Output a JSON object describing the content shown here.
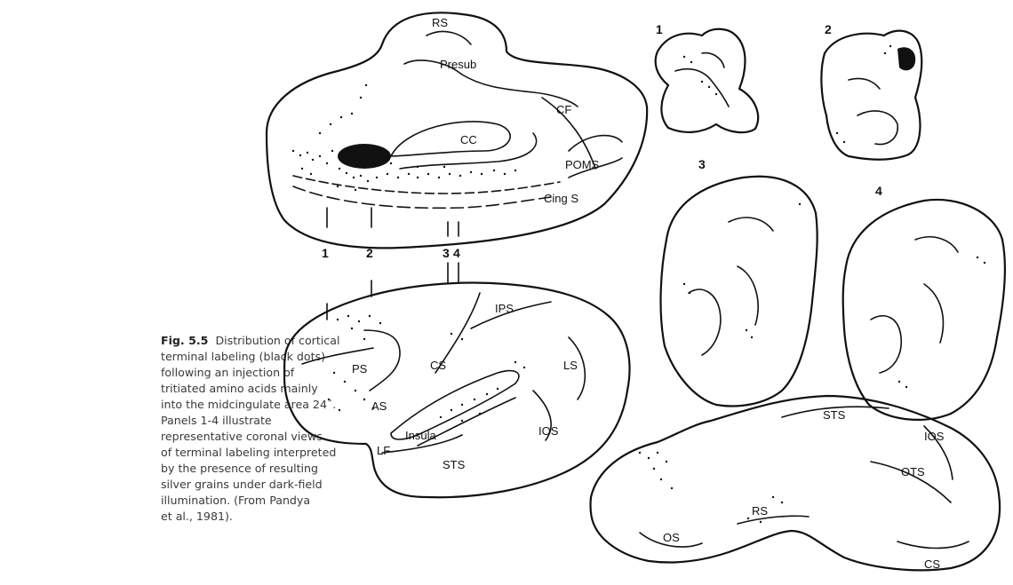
{
  "caption": {
    "lead": "Fig. 5.5",
    "lines": [
      "Distribution of cortical",
      "terminal labeling (black dots)",
      "following an injection of",
      "tritiated amino acids mainly",
      "into the midcingulate area 24´.",
      "Panels 1-4 illustrate",
      "representative coronal views",
      "of terminal labeling interpreted",
      "by the presence of resulting",
      "silver grains under dark-field",
      "illumination. (From Pandya",
      "et al., 1981)."
    ]
  },
  "medial": {
    "RS": "RS",
    "Presub": "Presub",
    "CF": "CF",
    "CC": "CC",
    "POMS": "POMS",
    "CingS": "Cing S"
  },
  "lateral": {
    "IPS": "IPS",
    "PS": "PS",
    "CS": "CS",
    "AS": "AS",
    "LS": "LS",
    "IOS": "IOS",
    "Insula": "Insula",
    "LF": "LF",
    "STS": "STS"
  },
  "ventral": {
    "STS": "STS",
    "IOS": "IOS",
    "OTS": "OTS",
    "RS": "RS",
    "OS": "OS",
    "CS": "CS"
  },
  "levels": [
    "1",
    "2",
    "3",
    "4"
  ],
  "sections": [
    "1",
    "2",
    "3",
    "4"
  ]
}
